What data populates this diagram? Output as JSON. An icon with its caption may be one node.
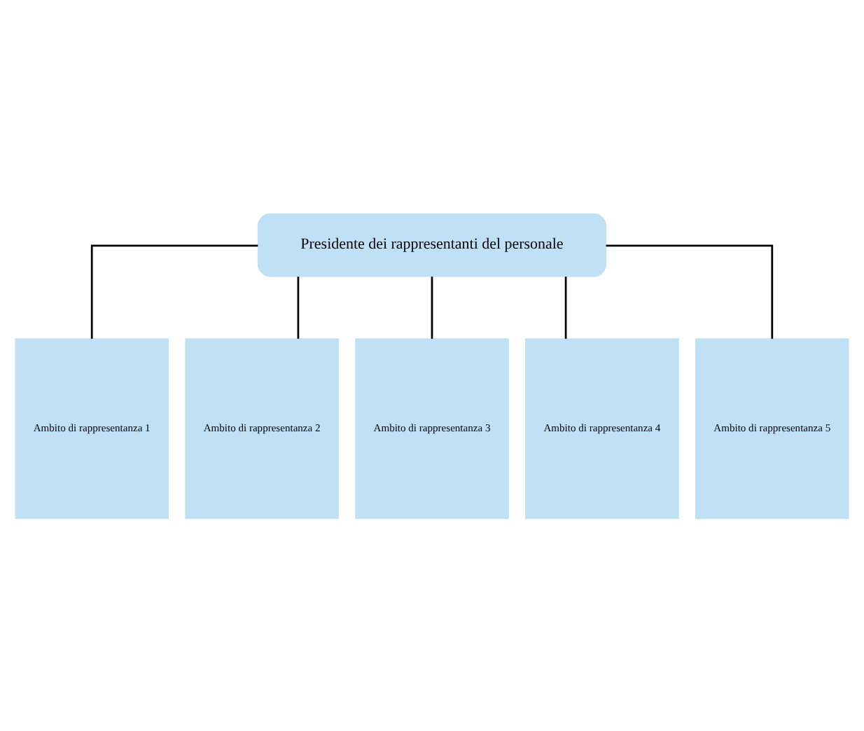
{
  "diagram": {
    "nodes": [
      {
        "text": [
          "Presidente dei rappresentanti del personale"
        ]
      },
      {
        "text": [
          "Ambito di rappresentanza 1"
        ]
      },
      {
        "text": [
          "Ambito di rappresentanza 2"
        ]
      },
      {
        "text": [
          "Ambito di rappresentanza 3"
        ]
      },
      {
        "text": [
          "Ambito di rappresentanza 4"
        ]
      },
      {
        "text": [
          "Ambito di rappresentanza 5"
        ]
      }
    ],
    "edges": [
      {
        "from": 0,
        "to": 1,
        "arrow": "none"
      },
      {
        "from": 0,
        "to": 2,
        "arrow": "none"
      },
      {
        "from": 0,
        "to": 3,
        "arrow": "none"
      },
      {
        "from": 0,
        "to": 4,
        "arrow": "none"
      },
      {
        "from": 0,
        "to": 5,
        "arrow": "none"
      }
    ]
  }
}
